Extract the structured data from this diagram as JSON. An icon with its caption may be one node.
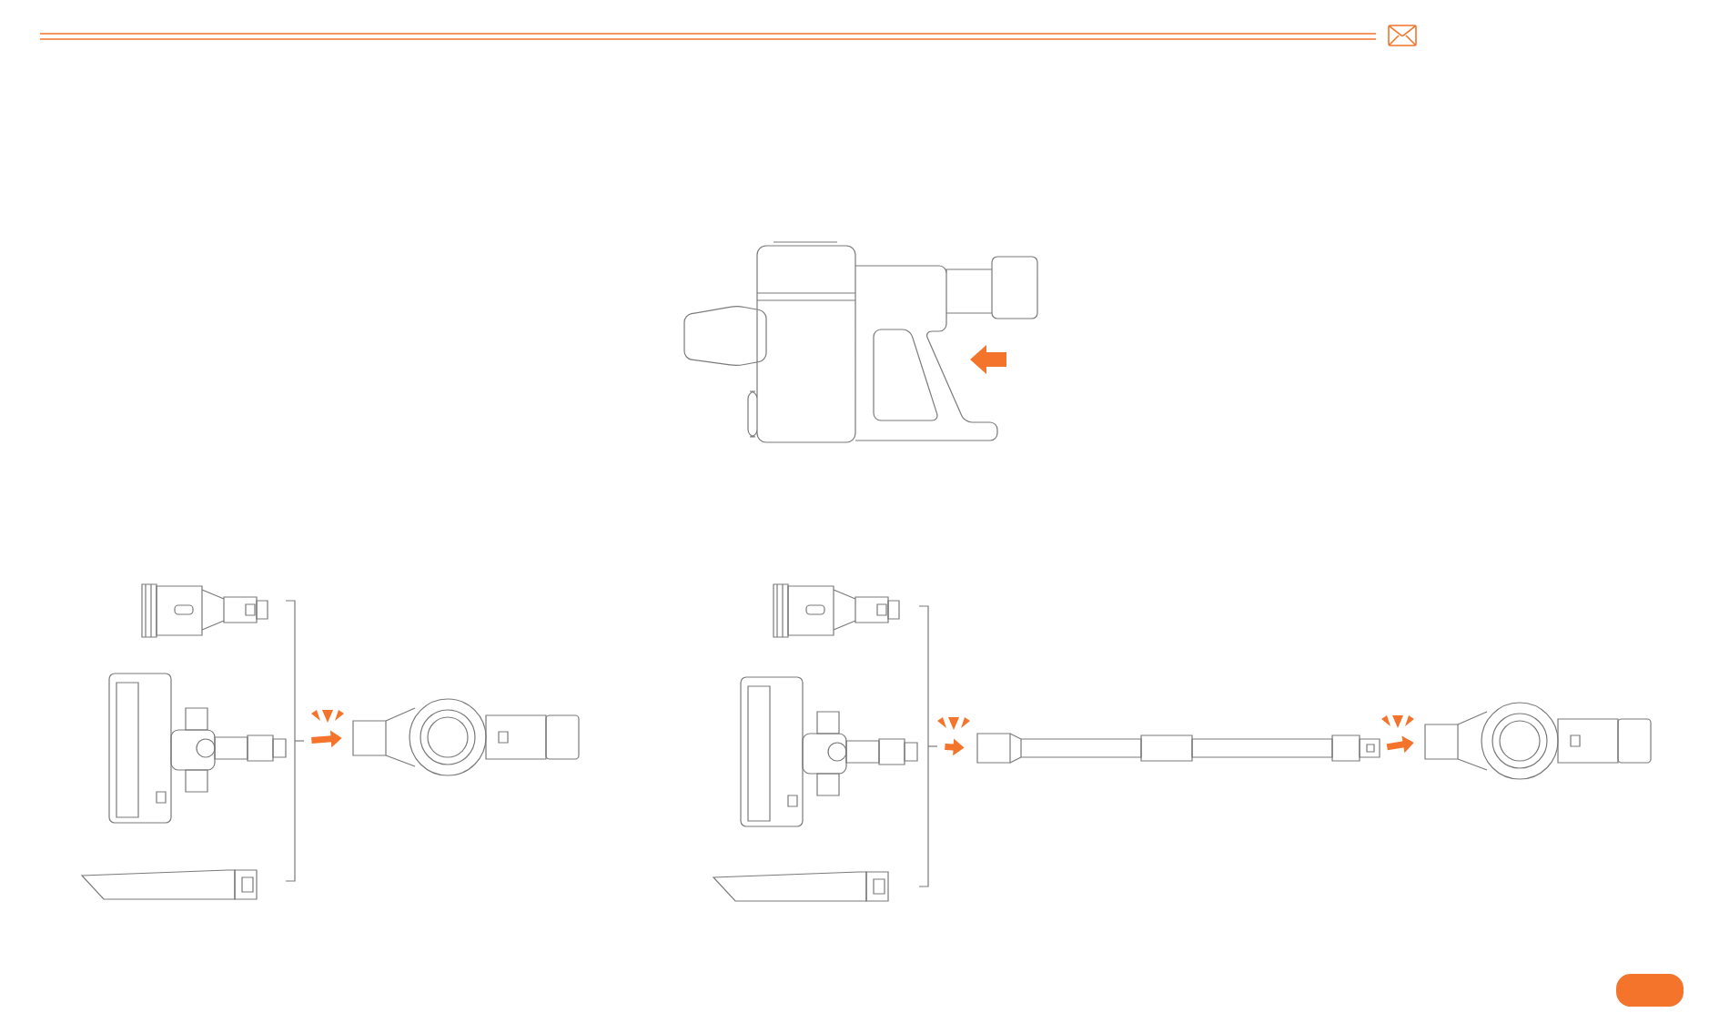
{
  "diagram": {
    "nodes": [
      {
        "text": [],
        "shape": "bar"
      },
      {
        "text": [],
        "shape": "picture"
      },
      {
        "text": [],
        "shape": "bar"
      },
      {
        "text": [],
        "shape": "picture"
      },
      {
        "text": [],
        "shape": "picture"
      }
    ],
    "edges": [
      {
        "from": 0,
        "to": 1,
        "arrow": "to"
      },
      {
        "from": 2,
        "to": 3,
        "arrow": "to"
      },
      {
        "from": 3,
        "to": 4,
        "arrow": "to"
      }
    ]
  }
}
